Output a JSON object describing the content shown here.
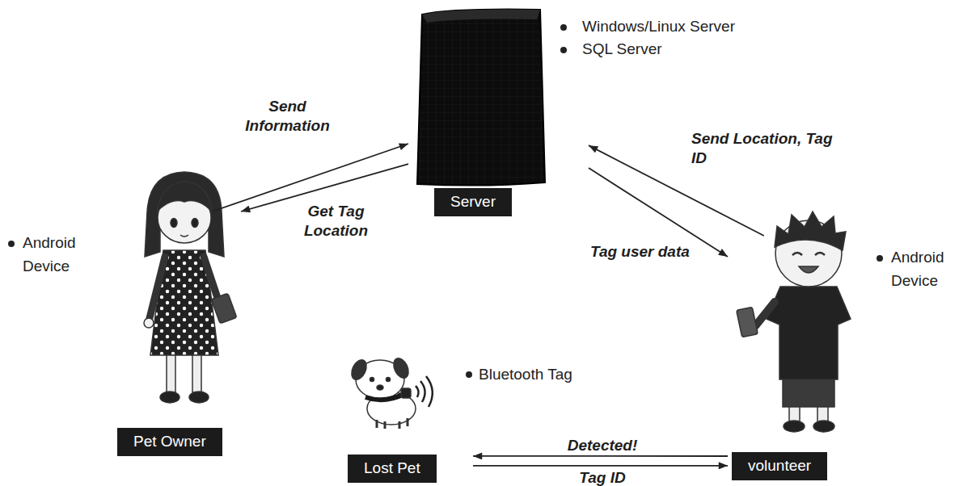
{
  "diagram": {
    "nodes": [
      {
        "text": [
          "Server"
        ]
      },
      {
        "text": [
          "Pet Owner"
        ]
      },
      {
        "text": [
          "Lost Pet"
        ]
      },
      {
        "text": [
          "volunteer"
        ]
      }
    ],
    "edges": [
      {
        "from": 1,
        "to": 0,
        "label": "Send Information",
        "arrow": "to"
      },
      {
        "from": 0,
        "to": 1,
        "label": "Get Tag Location",
        "arrow": "to"
      },
      {
        "from": 3,
        "to": 0,
        "label": "Send Location, Tag ID",
        "arrow": "to"
      },
      {
        "from": 0,
        "to": 3,
        "label": "Tag user data",
        "arrow": "to"
      },
      {
        "from": 3,
        "to": 2,
        "label": "Detected!",
        "arrow": "to"
      },
      {
        "from": 2,
        "to": 3,
        "label": "Tag ID",
        "arrow": "to"
      }
    ],
    "labels": [
      "Windows/Linux Server",
      "SQL Server",
      "Android Device",
      "Bluetooth Tag",
      "Android Device"
    ]
  }
}
